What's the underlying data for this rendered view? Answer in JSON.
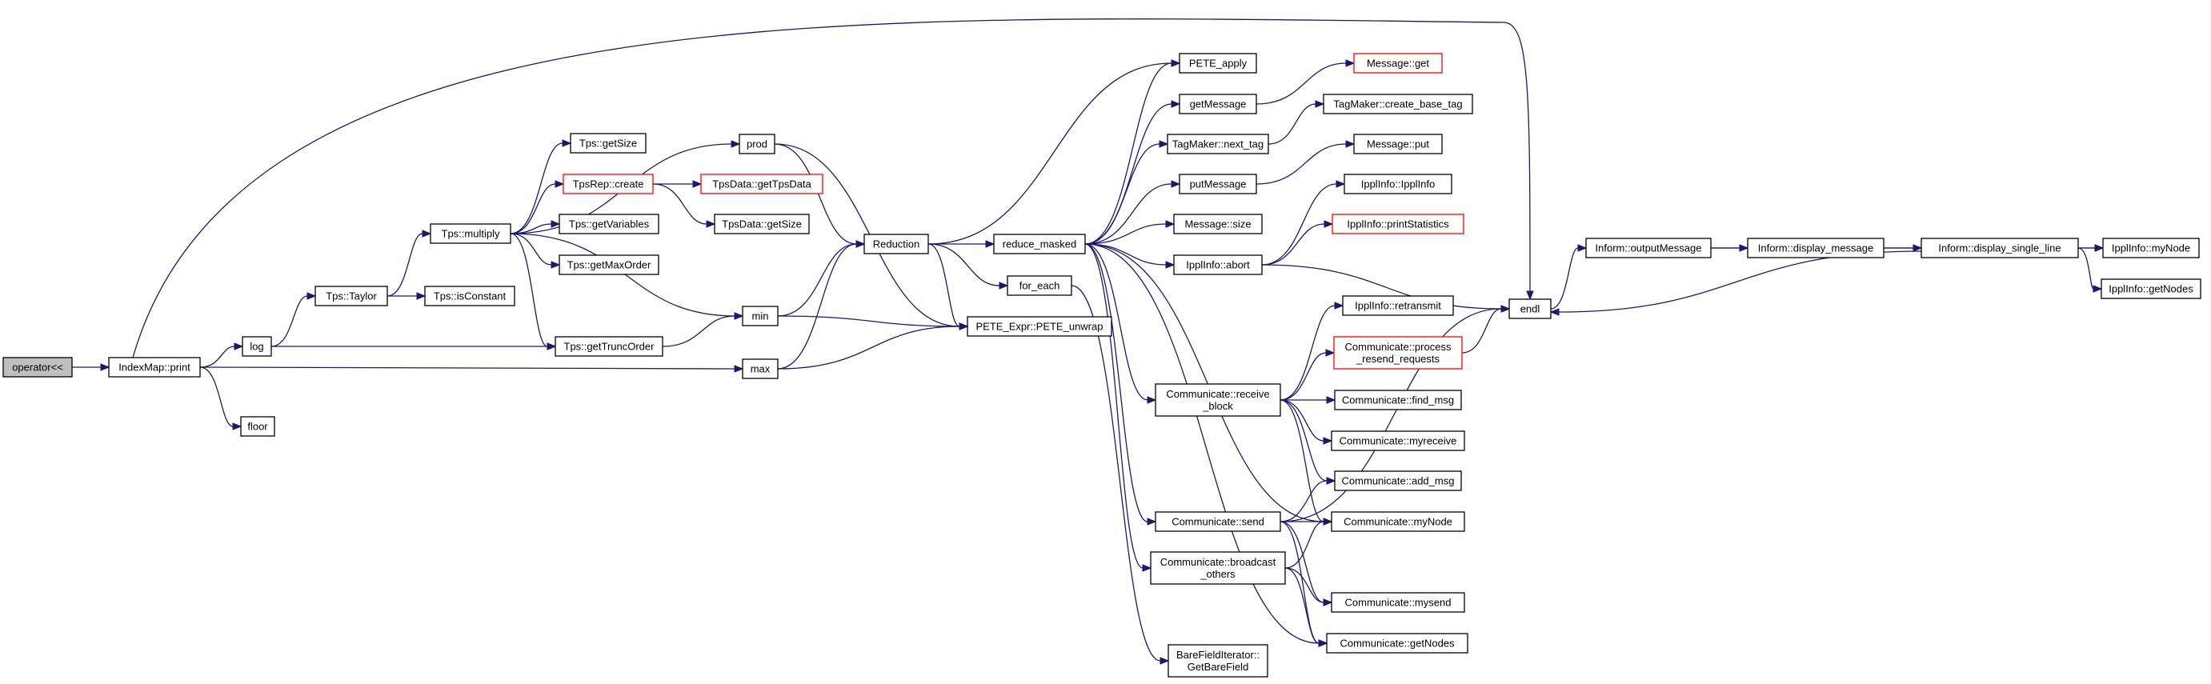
{
  "nodes": [
    {
      "id": "n_opl",
      "label": [
        "operator<<"
      ],
      "kind": "root"
    },
    {
      "id": "n_imp",
      "label": [
        "IndexMap::print"
      ]
    },
    {
      "id": "n_log",
      "label": [
        "log"
      ]
    },
    {
      "id": "n_floor",
      "label": [
        "floor"
      ]
    },
    {
      "id": "n_tay",
      "label": [
        "Tps::Taylor"
      ]
    },
    {
      "id": "n_mul",
      "label": [
        "Tps::multiply"
      ]
    },
    {
      "id": "n_isc",
      "label": [
        "Tps::isConstant"
      ]
    },
    {
      "id": "n_gsz",
      "label": [
        "Tps::getSize"
      ]
    },
    {
      "id": "n_trc",
      "label": [
        "TpsRep::create"
      ],
      "kind": "red"
    },
    {
      "id": "n_gvar",
      "label": [
        "Tps::getVariables"
      ]
    },
    {
      "id": "n_gmo",
      "label": [
        "Tps::getMaxOrder"
      ]
    },
    {
      "id": "n_gto",
      "label": [
        "Tps::getTruncOrder"
      ]
    },
    {
      "id": "n_gtd",
      "label": [
        "TpsData::getTpsData"
      ],
      "kind": "red"
    },
    {
      "id": "n_tdgs",
      "label": [
        "TpsData::getSize"
      ]
    },
    {
      "id": "n_prod",
      "label": [
        "prod"
      ]
    },
    {
      "id": "n_min",
      "label": [
        "min"
      ]
    },
    {
      "id": "n_max",
      "label": [
        "max"
      ]
    },
    {
      "id": "n_red",
      "label": [
        "Reduction"
      ]
    },
    {
      "id": "n_pa",
      "label": [
        "PETE_apply"
      ]
    },
    {
      "id": "n_pu",
      "label": [
        "PETE_Expr::PETE_unwrap"
      ]
    },
    {
      "id": "n_rm",
      "label": [
        "reduce_masked"
      ]
    },
    {
      "id": "n_fe",
      "label": [
        "for_each"
      ]
    },
    {
      "id": "n_gm",
      "label": [
        "getMessage"
      ]
    },
    {
      "id": "n_tnt",
      "label": [
        "TagMaker::next_tag"
      ]
    },
    {
      "id": "n_pm",
      "label": [
        "putMessage"
      ]
    },
    {
      "id": "n_msz",
      "label": [
        "Message::size"
      ]
    },
    {
      "id": "n_ab",
      "label": [
        "IpplInfo::abort"
      ]
    },
    {
      "id": "n_mget",
      "label": [
        "Message::get"
      ],
      "kind": "red"
    },
    {
      "id": "n_tcbt",
      "label": [
        "TagMaker::create_base_tag"
      ]
    },
    {
      "id": "n_mput",
      "label": [
        "Message::put"
      ]
    },
    {
      "id": "n_ippl",
      "label": [
        "IpplInfo::IpplInfo"
      ]
    },
    {
      "id": "n_ips",
      "label": [
        "IpplInfo::printStatistics"
      ],
      "kind": "red"
    },
    {
      "id": "n_endl",
      "label": [
        "endl"
      ]
    },
    {
      "id": "n_iom",
      "label": [
        "Inform::outputMessage"
      ]
    },
    {
      "id": "n_idm",
      "label": [
        "Inform::display_message"
      ]
    },
    {
      "id": "n_idsl",
      "label": [
        "Inform::display_single_line"
      ]
    },
    {
      "id": "n_imn",
      "label": [
        "IpplInfo::myNode"
      ]
    },
    {
      "id": "n_ign",
      "label": [
        "IpplInfo::getNodes"
      ]
    },
    {
      "id": "n_crb",
      "label": [
        "Communicate::receive",
        "_block"
      ]
    },
    {
      "id": "n_irt",
      "label": [
        "IpplInfo::retransmit"
      ]
    },
    {
      "id": "n_cprr",
      "label": [
        "Communicate::process",
        "_resend_requests"
      ],
      "kind": "red"
    },
    {
      "id": "n_cfm",
      "label": [
        "Communicate::find_msg"
      ]
    },
    {
      "id": "n_cmr",
      "label": [
        "Communicate::myreceive"
      ]
    },
    {
      "id": "n_cam",
      "label": [
        "Communicate::add_msg"
      ]
    },
    {
      "id": "n_cs",
      "label": [
        "Communicate::send"
      ]
    },
    {
      "id": "n_cmn",
      "label": [
        "Communicate::myNode"
      ]
    },
    {
      "id": "n_cbo",
      "label": [
        "Communicate::broadcast",
        "_others"
      ]
    },
    {
      "id": "n_cms",
      "label": [
        "Communicate::mysend"
      ]
    },
    {
      "id": "n_cgn",
      "label": [
        "Communicate::getNodes"
      ]
    },
    {
      "id": "n_bfi",
      "label": [
        "BareFieldIterator::",
        "GetBareField"
      ]
    }
  ],
  "edges": [
    [
      "n_opl",
      "n_imp"
    ],
    [
      "n_imp",
      "n_log"
    ],
    [
      "n_imp",
      "n_floor"
    ],
    [
      "n_imp",
      "n_max"
    ],
    [
      "n_imp",
      "n_endl"
    ],
    [
      "n_log",
      "n_tay"
    ],
    [
      "n_log",
      "n_gto"
    ],
    [
      "n_tay",
      "n_mul"
    ],
    [
      "n_tay",
      "n_isc"
    ],
    [
      "n_mul",
      "n_gsz"
    ],
    [
      "n_mul",
      "n_trc"
    ],
    [
      "n_mul",
      "n_gvar"
    ],
    [
      "n_mul",
      "n_gmo"
    ],
    [
      "n_mul",
      "n_gto"
    ],
    [
      "n_mul",
      "n_prod"
    ],
    [
      "n_mul",
      "n_min"
    ],
    [
      "n_trc",
      "n_gtd"
    ],
    [
      "n_trc",
      "n_tdgs"
    ],
    [
      "n_gto",
      "n_min"
    ],
    [
      "n_prod",
      "n_red"
    ],
    [
      "n_prod",
      "n_pu"
    ],
    [
      "n_min",
      "n_red"
    ],
    [
      "n_min",
      "n_pu"
    ],
    [
      "n_max",
      "n_red"
    ],
    [
      "n_max",
      "n_pu"
    ],
    [
      "n_red",
      "n_pa"
    ],
    [
      "n_red",
      "n_pu"
    ],
    [
      "n_red",
      "n_rm"
    ],
    [
      "n_red",
      "n_fe"
    ],
    [
      "n_rm",
      "n_pa"
    ],
    [
      "n_rm",
      "n_gm"
    ],
    [
      "n_rm",
      "n_tnt"
    ],
    [
      "n_rm",
      "n_pm"
    ],
    [
      "n_rm",
      "n_msz"
    ],
    [
      "n_rm",
      "n_ab"
    ],
    [
      "n_rm",
      "n_crb"
    ],
    [
      "n_rm",
      "n_cs"
    ],
    [
      "n_rm",
      "n_cbo"
    ],
    [
      "n_rm",
      "n_cmn"
    ],
    [
      "n_rm",
      "n_cgn"
    ],
    [
      "n_fe",
      "n_bfi"
    ],
    [
      "n_gm",
      "n_mget"
    ],
    [
      "n_tnt",
      "n_tcbt"
    ],
    [
      "n_pm",
      "n_mput"
    ],
    [
      "n_ab",
      "n_ippl"
    ],
    [
      "n_ab",
      "n_ips"
    ],
    [
      "n_ab",
      "n_endl"
    ],
    [
      "n_endl",
      "n_iom"
    ],
    [
      "n_iom",
      "n_idm"
    ],
    [
      "n_idm",
      "n_idsl"
    ],
    [
      "n_idsl",
      "n_imn"
    ],
    [
      "n_idsl",
      "n_ign"
    ],
    [
      "n_idsl",
      "n_endl"
    ],
    [
      "n_iom",
      "n_imn"
    ],
    [
      "n_crb",
      "n_irt"
    ],
    [
      "n_crb",
      "n_cprr"
    ],
    [
      "n_crb",
      "n_cfm"
    ],
    [
      "n_crb",
      "n_cmr"
    ],
    [
      "n_crb",
      "n_cam"
    ],
    [
      "n_crb",
      "n_cmn"
    ],
    [
      "n_cprr",
      "n_endl"
    ],
    [
      "n_cs",
      "n_cam"
    ],
    [
      "n_cs",
      "n_cmn"
    ],
    [
      "n_cs",
      "n_cms"
    ],
    [
      "n_cs",
      "n_cgn"
    ],
    [
      "n_cs",
      "n_endl"
    ],
    [
      "n_cbo",
      "n_cmn"
    ],
    [
      "n_cbo",
      "n_cms"
    ],
    [
      "n_cbo",
      "n_cgn"
    ]
  ]
}
